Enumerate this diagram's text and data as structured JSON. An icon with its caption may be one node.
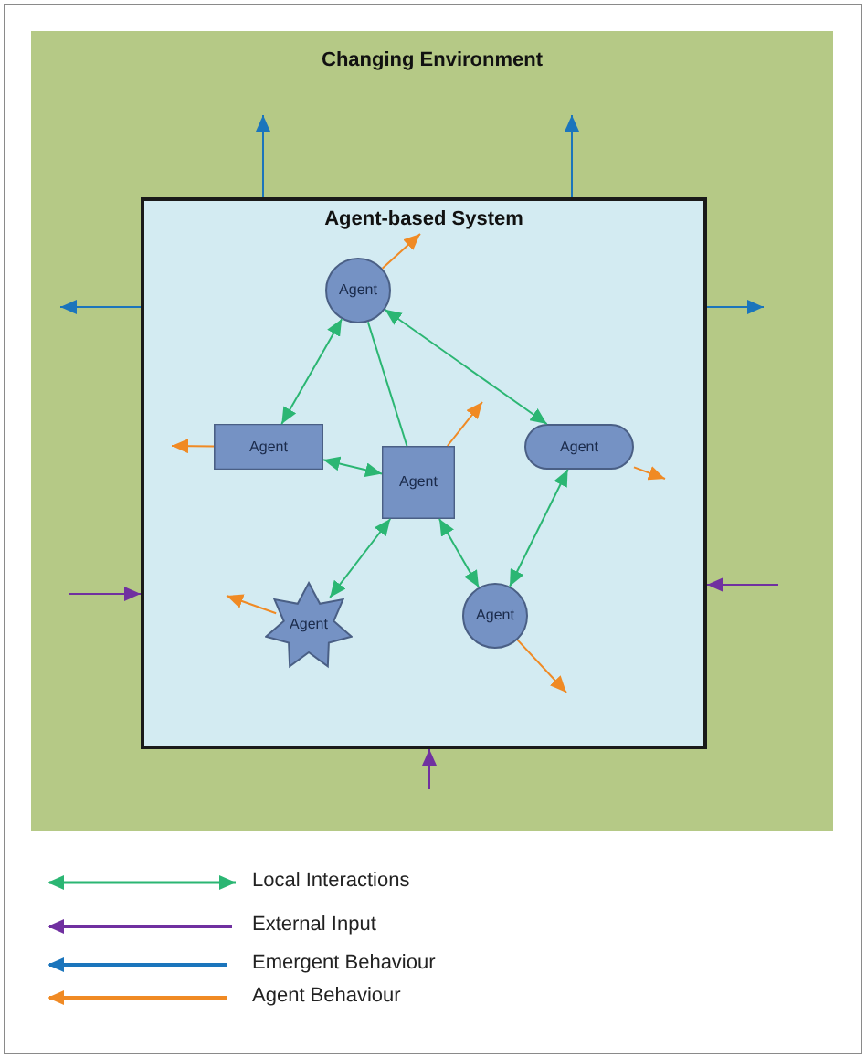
{
  "diagram": {
    "nodes": [
      {
        "text": [
          "Changing Environment"
        ]
      },
      {
        "text": [
          "Agent-based System"
        ],
        "in": 0
      },
      {
        "text": [
          "Agent"
        ],
        "in": 1
      },
      {
        "text": [
          "Agent"
        ],
        "in": 1
      },
      {
        "text": [
          "Agent"
        ],
        "in": 1
      },
      {
        "text": [
          "Agent"
        ],
        "in": 1
      },
      {
        "text": [
          "Agent"
        ],
        "in": 1
      },
      {
        "text": [
          "Agent"
        ],
        "in": 1
      }
    ],
    "edges": [
      {
        "from": 2,
        "to": 3,
        "arrow": "both"
      },
      {
        "from": 2,
        "to": 4,
        "arrow": "none"
      },
      {
        "from": 2,
        "to": 5,
        "arrow": "both"
      },
      {
        "from": 3,
        "to": 4,
        "arrow": "both"
      },
      {
        "from": 4,
        "to": 6,
        "arrow": "both"
      },
      {
        "from": 4,
        "to": 7,
        "arrow": "both"
      },
      {
        "from": 5,
        "to": 7,
        "arrow": "both"
      },
      {
        "from": 1,
        "to": null,
        "arrow": "to",
        "color": "#1b75bc"
      },
      {
        "from": 1,
        "to": null,
        "arrow": "to",
        "color": "#1b75bc"
      },
      {
        "from": 1,
        "to": null,
        "arrow": "to",
        "color": "#1b75bc"
      },
      {
        "from": 1,
        "to": null,
        "arrow": "to",
        "color": "#1b75bc"
      },
      {
        "from": null,
        "to": 1,
        "arrow": "to",
        "color": "#7030a0"
      },
      {
        "from": null,
        "to": 1,
        "arrow": "to",
        "color": "#7030a0"
      },
      {
        "from": null,
        "to": 1,
        "arrow": "to",
        "color": "#7030a0"
      },
      {
        "from": 2,
        "to": null,
        "arrow": "to",
        "color": "#f08a24"
      },
      {
        "from": 3,
        "to": null,
        "arrow": "to",
        "color": "#f08a24"
      },
      {
        "from": 4,
        "to": null,
        "arrow": "to",
        "color": "#f08a24"
      },
      {
        "from": 5,
        "to": null,
        "arrow": "to",
        "color": "#f08a24"
      },
      {
        "from": 6,
        "to": null,
        "arrow": "to",
        "color": "#f08a24"
      },
      {
        "from": 7,
        "to": null,
        "arrow": "to",
        "color": "#f08a24"
      }
    ],
    "legend": [
      {
        "text": "Local Interactions"
      },
      {
        "text": "External Input"
      },
      {
        "text": "Emergent Behaviour"
      },
      {
        "text": "Agent Behaviour"
      }
    ]
  }
}
